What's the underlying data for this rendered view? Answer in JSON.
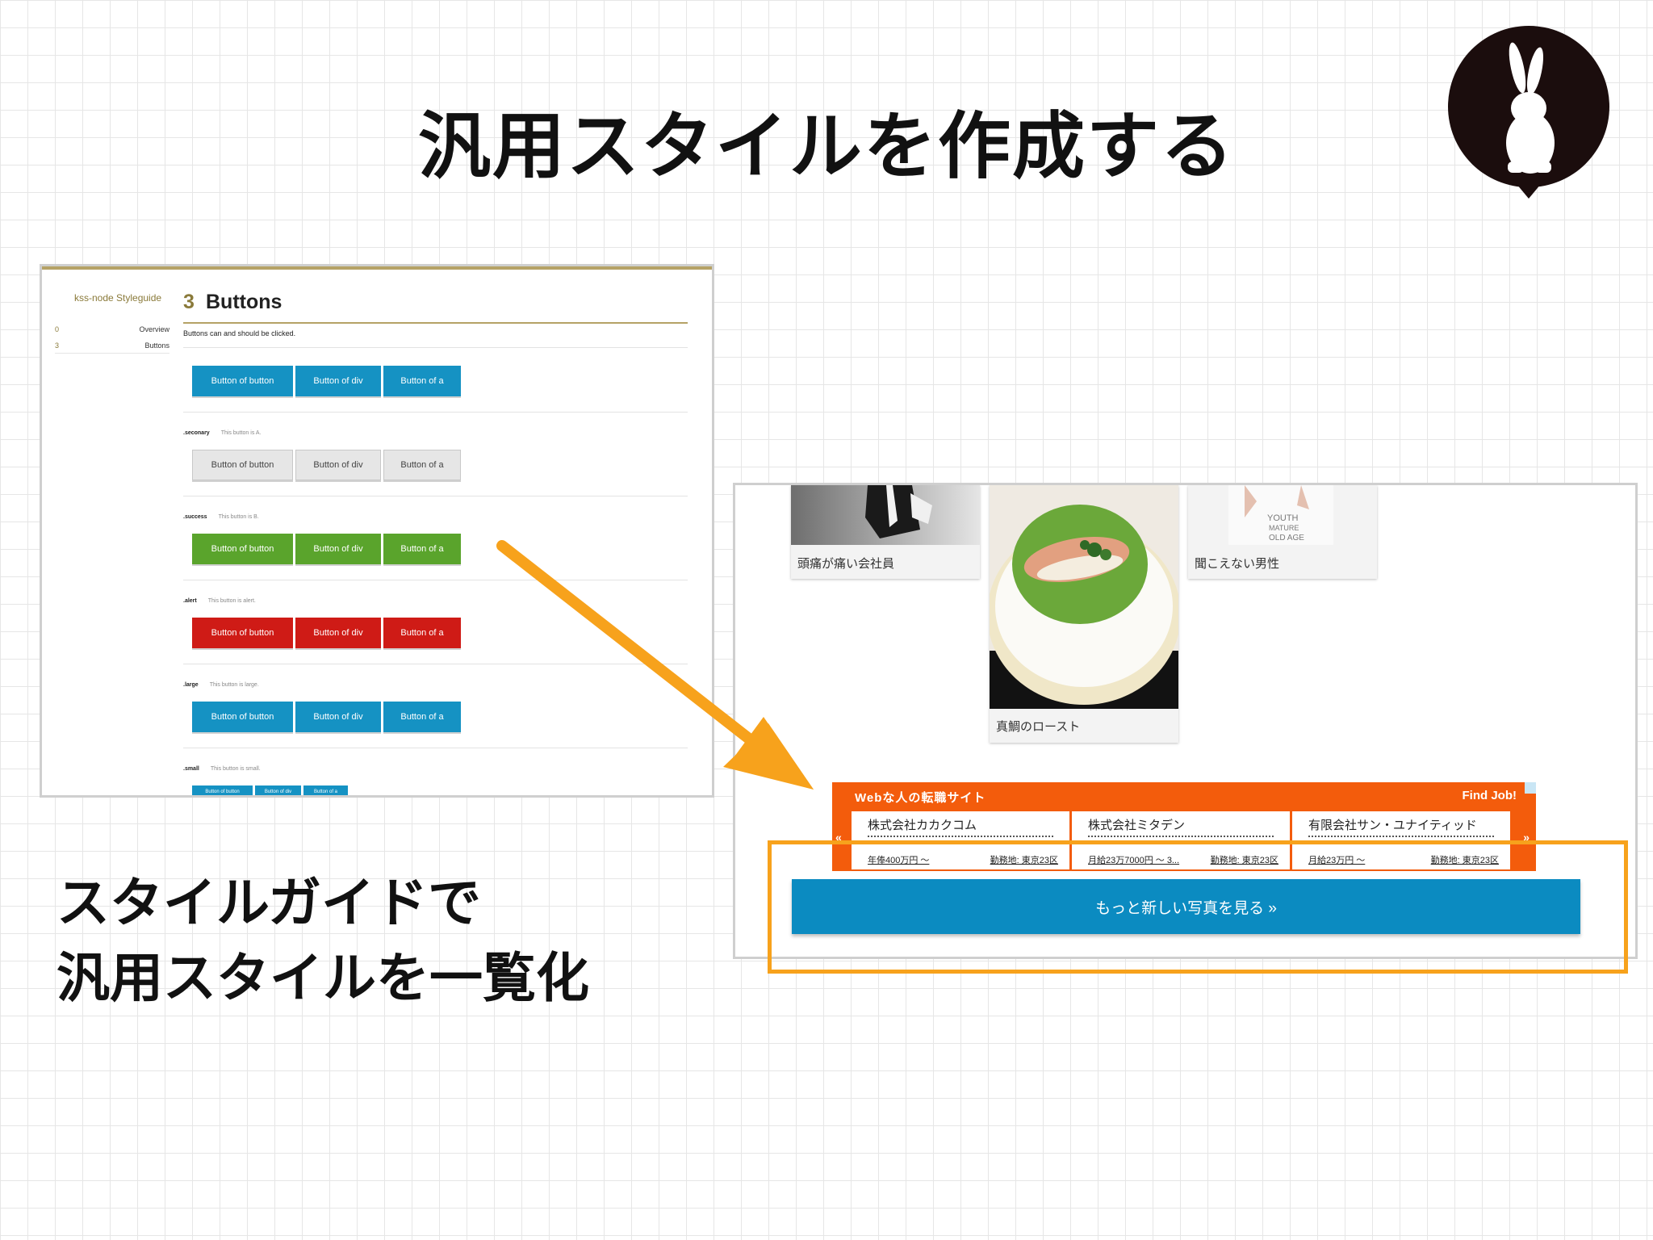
{
  "slide": {
    "title": "汎用スタイルを作成する",
    "caption_line1": "スタイルガイドで",
    "caption_line2": "汎用スタイルを一覧化"
  },
  "styleguide": {
    "name": "kss-node Styleguide",
    "nav": [
      {
        "num": "0",
        "label": "Overview"
      },
      {
        "num": "3",
        "label": "Buttons"
      }
    ],
    "section_number": "3",
    "section_title": "Buttons",
    "section_description": "Buttons can and should be clicked.",
    "default_buttons": [
      "Button of button",
      "Button of div",
      "Button of a"
    ],
    "modifiers": [
      {
        "name": ".seconary",
        "description": "This button is A.",
        "buttons": [
          "Button of button",
          "Button of div",
          "Button of a"
        ]
      },
      {
        "name": ".success",
        "description": "This button is B.",
        "buttons": [
          "Button of button",
          "Button of div",
          "Button of a"
        ]
      },
      {
        "name": ".alert",
        "description": "This button is alert.",
        "buttons": [
          "Button of button",
          "Button of div",
          "Button of a"
        ]
      },
      {
        "name": ".large",
        "description": "This button is large.",
        "buttons": [
          "Button of button",
          "Button of div",
          "Button of a"
        ]
      },
      {
        "name": ".small",
        "description": "This button is small.",
        "buttons": [
          "Button of button",
          "Button of div",
          "Button of a"
        ]
      }
    ]
  },
  "site": {
    "cards": [
      {
        "caption": "頭痛が痛い会社員"
      },
      {
        "caption": "真鯛のロースト"
      },
      {
        "caption": "聞こえない男性"
      }
    ],
    "tshirt_text": [
      "YOUTH",
      "MATURE",
      "OLD AGE"
    ],
    "ad": {
      "title": "Webな人の転職サイト",
      "brand": "Find Job!",
      "prev": "«",
      "next": "»",
      "jobs": [
        {
          "company": "株式会社カカクコム",
          "salary": "年俸400万円 〜",
          "location": "勤務地: 東京23区"
        },
        {
          "company": "株式会社ミタデン",
          "salary": "月給23万7000円 〜 3...",
          "location": "勤務地: 東京23区"
        },
        {
          "company": "有限会社サン・ユナイティッド",
          "salary": "月給23万円 〜",
          "location": "勤務地: 東京23区"
        }
      ]
    },
    "more_button": "もっと新しい写真を見る »"
  },
  "colors": {
    "accent_orange": "#f7a21c",
    "button_blue": "#1592c3",
    "button_green": "#5aa42c",
    "button_red": "#cf1b16",
    "ad_orange": "#f35c0c"
  },
  "icons": {
    "logo": "rabbit-speech-bubble-icon",
    "arrow": "orange-arrow"
  }
}
